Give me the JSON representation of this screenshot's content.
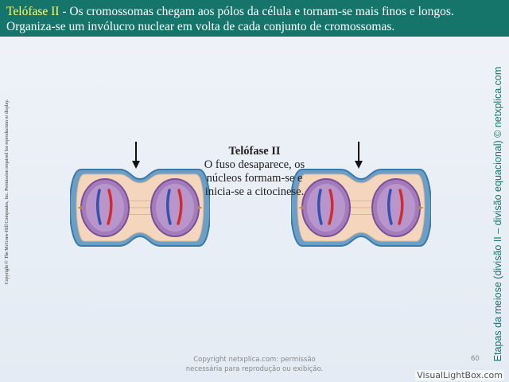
{
  "header": {
    "highlight": "Telófase II",
    "line1": " - Os cromossomas chegam aos pólos da célula e tornam-se mais finos e longos.",
    "line2": "Organiza-se um invólucro nuclear em volta de cada conjunto de cromossomas."
  },
  "side_left_text": "Copyright © The McGraw-Hill Companies, Inc. Permission required for reproduction or display.",
  "side_right_text": "Etapas da meiose (divisão II – divisão equacional) © netxplica.com",
  "caption": {
    "title": "Telófase II",
    "body": "O fuso desaparece, os núcleos formam-se e inicia-se a citocinese."
  },
  "footer": {
    "line1": "Copyright netxplica.com: permissão",
    "line2": "necessária para reprodução ou exibição."
  },
  "page_number": "60",
  "watermark": "VisualLightBox.com",
  "colors": {
    "header_bg": "#15756b",
    "highlight": "#ffff66",
    "side_right": "#15756b"
  }
}
